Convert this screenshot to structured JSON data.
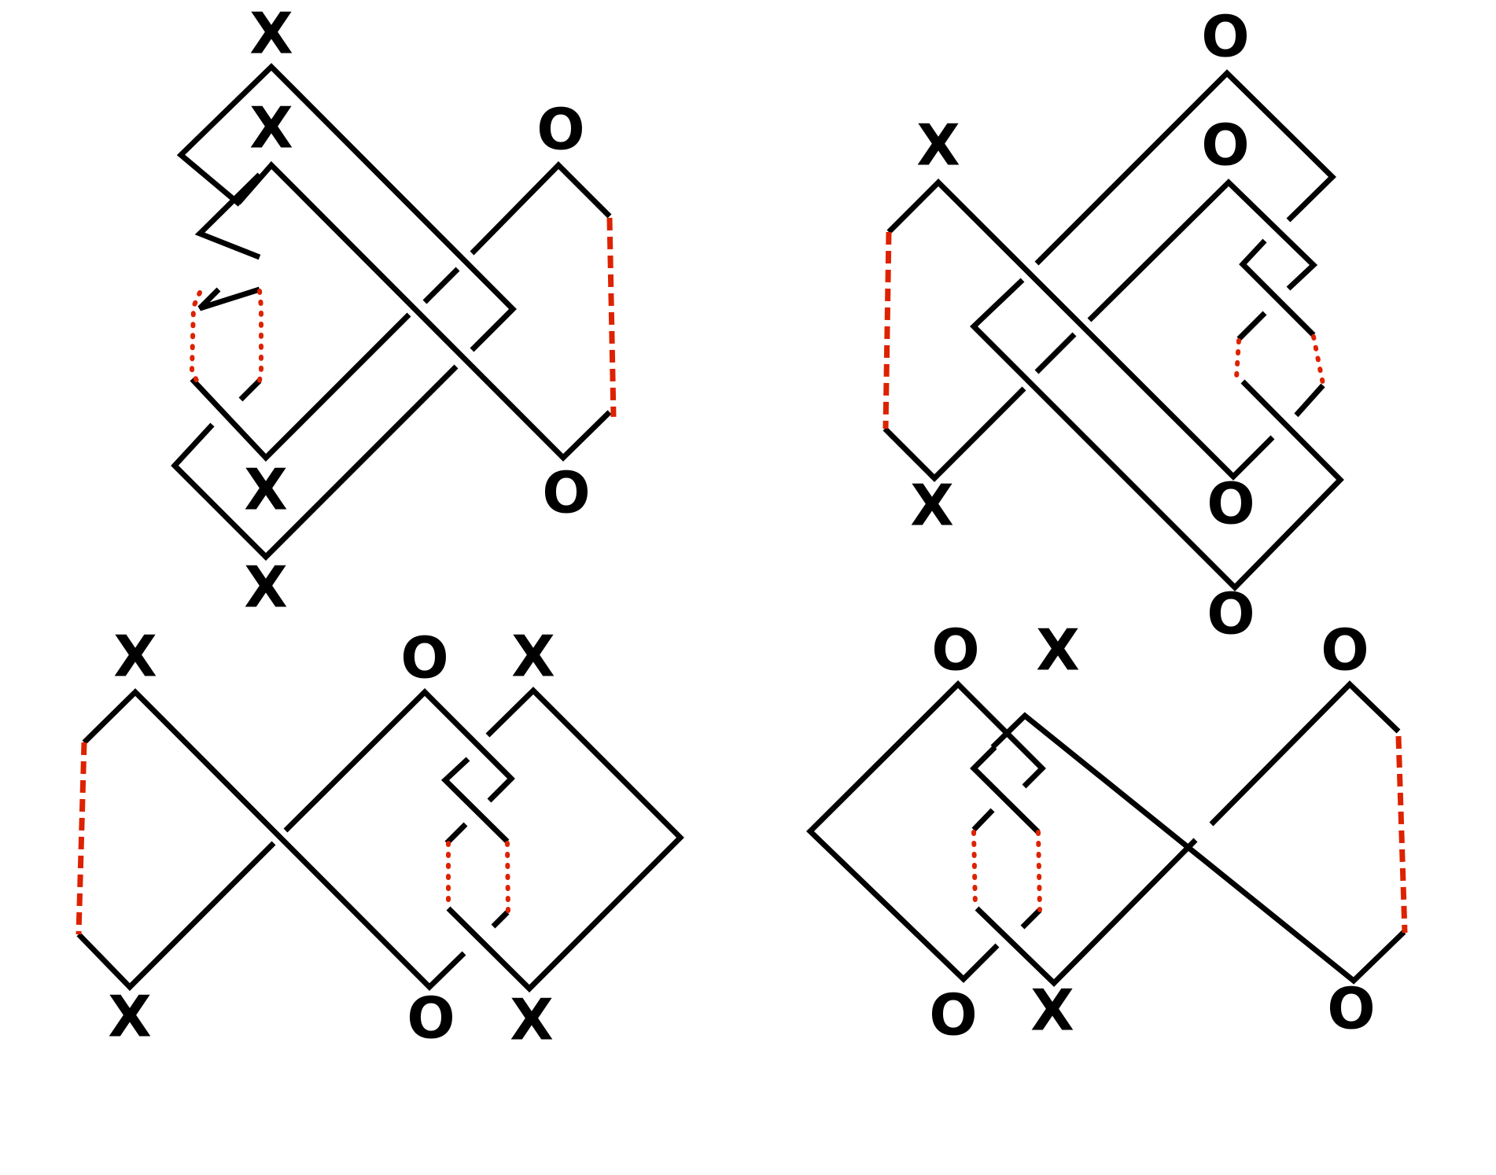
{
  "colors": {
    "strand": "#000000",
    "dashed_edge": "#dd2200",
    "dotted_edge": "#dd2200",
    "background": "#ffffff"
  },
  "panels": [
    {
      "name": "top-left",
      "labels": [
        "X",
        "X",
        "O",
        "X",
        "O",
        "X"
      ]
    },
    {
      "name": "top-right",
      "labels": [
        "O",
        "X",
        "O",
        "X",
        "O",
        "O"
      ]
    },
    {
      "name": "bottom-left",
      "labels": [
        "X",
        "O",
        "X",
        "X",
        "O",
        "X"
      ]
    },
    {
      "name": "bottom-right",
      "labels": [
        "O",
        "X",
        "O",
        "O",
        "X",
        "O"
      ]
    }
  ]
}
